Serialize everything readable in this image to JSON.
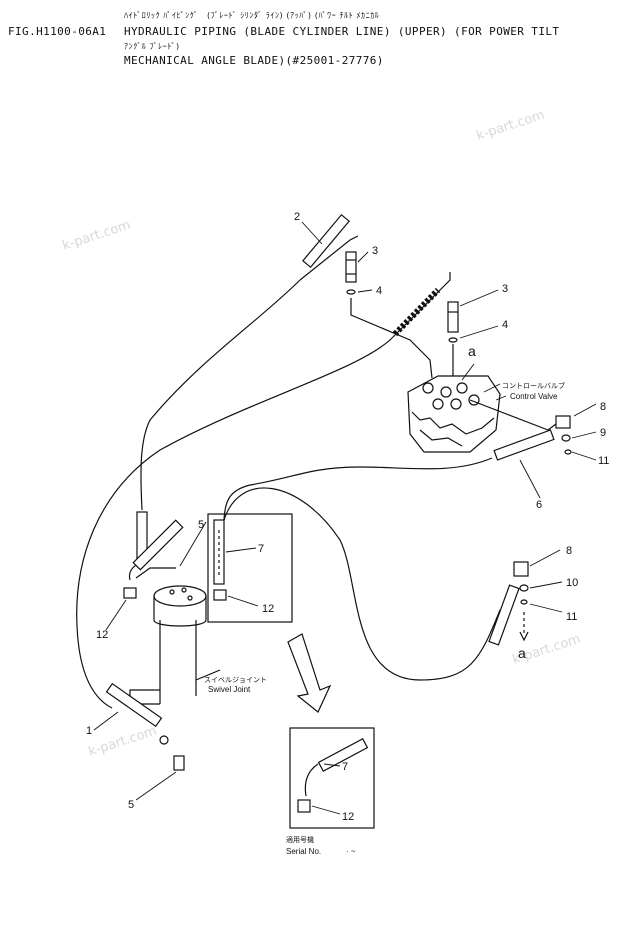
{
  "header": {
    "fig_no": "FIG.H1100-06A1",
    "title_jp": "ﾊｲﾄﾞﾛﾘｯｸ ﾊﾟｲﾋﾟﾝｸﾞ　(ﾌﾞﾚｰﾄﾞ ｼﾘﾝﾀﾞ ﾗｲﾝ) (ｱｯﾊﾟ) (ﾊﾟﾜｰ ﾁﾙﾄ ﾒｶﾆｶﾙ",
    "title_line1": "HYDRAULIC PIPING (BLADE CYLINDER LINE) (UPPER) (FOR POWER TILT",
    "title_jp2": "ｱﾝｸﾞﾙ ﾌﾞﾚｰﾄﾞ)",
    "title_line2": "MECHANICAL ANGLE BLADE)(#25001-27776)"
  },
  "watermark": "k-part.com",
  "labels": {
    "control_valve_jp": "コントロールバルブ",
    "control_valve": "Control Valve",
    "swivel_joint_jp": "スイベルジョイント",
    "swivel_joint": "Swivel Joint",
    "serial_jp": "適用号機",
    "serial": "Serial No.",
    "serial_dots": "·  ~",
    "ref_a": "a"
  },
  "callouts": {
    "c1": "1",
    "c2": "2",
    "c3a": "3",
    "c3b": "3",
    "c4a": "4",
    "c4b": "4",
    "c5a": "5",
    "c5b": "5",
    "c6": "6",
    "c7a": "7",
    "c7b": "7",
    "c8a": "8",
    "c8b": "8",
    "c9": "9",
    "c10": "10",
    "c11a": "11",
    "c11b": "11",
    "c12a": "12",
    "c12b": "12",
    "c12c": "12"
  }
}
